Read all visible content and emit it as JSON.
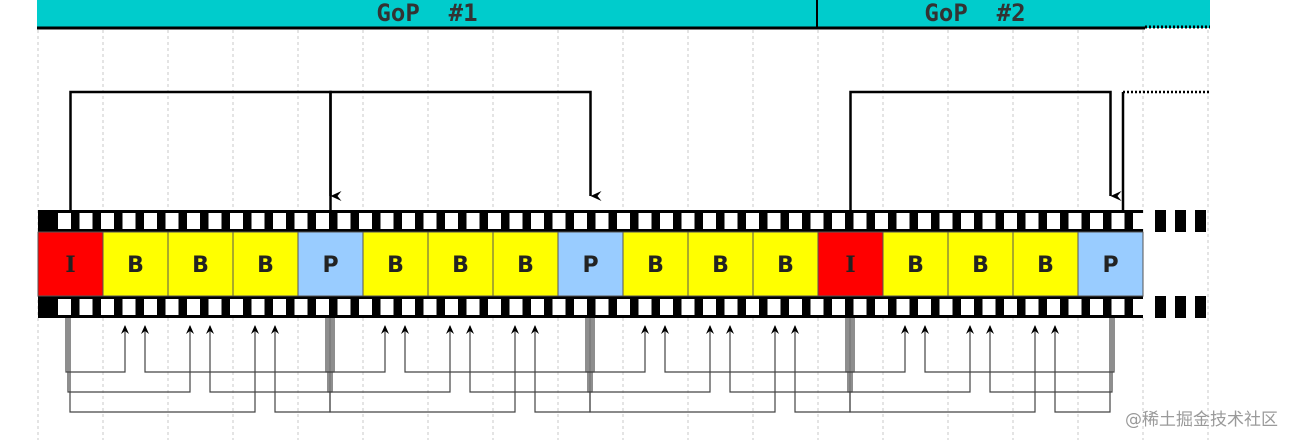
{
  "header": {
    "gops": [
      {
        "label": "GoP  #1"
      },
      {
        "label": "GoP  #2"
      }
    ]
  },
  "frames": [
    {
      "type": "I",
      "label": "I"
    },
    {
      "type": "B",
      "label": "B"
    },
    {
      "type": "B",
      "label": "B"
    },
    {
      "type": "B",
      "label": "B"
    },
    {
      "type": "P",
      "label": "P"
    },
    {
      "type": "B",
      "label": "B"
    },
    {
      "type": "B",
      "label": "B"
    },
    {
      "type": "B",
      "label": "B"
    },
    {
      "type": "P",
      "label": "P"
    },
    {
      "type": "B",
      "label": "B"
    },
    {
      "type": "B",
      "label": "B"
    },
    {
      "type": "B",
      "label": "B"
    },
    {
      "type": "I",
      "label": "I"
    },
    {
      "type": "B",
      "label": "B"
    },
    {
      "type": "B",
      "label": "B"
    },
    {
      "type": "B",
      "label": "B"
    },
    {
      "type": "P",
      "label": "P"
    }
  ],
  "colors": {
    "gop_bar": "#00cccc",
    "I": "#ff0000",
    "B": "#ffff00",
    "P": "#99ccff",
    "perforation": "#000000",
    "grid": "#c8c8c8"
  },
  "watermark": "@稀土掘金技术社区"
}
